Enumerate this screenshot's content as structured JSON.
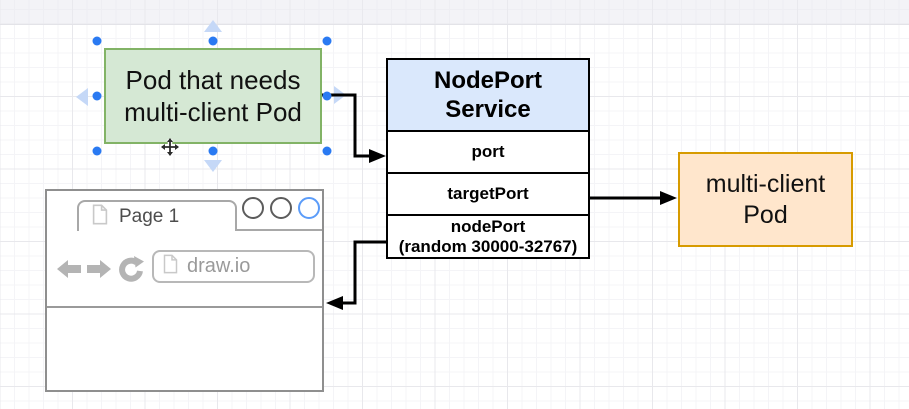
{
  "app": {
    "name_hint": "diagram-canvas",
    "grid_minor_color": "#f4f4f7",
    "grid_major_color": "#e8e8ec"
  },
  "diagram": {
    "pod_box": {
      "line1": "Pod that needs",
      "line2": "multi-client Pod",
      "fill": "#d5e8d4",
      "border": "#82b366"
    },
    "service_table": {
      "title_line1": "NodePort",
      "title_line2": "Service",
      "header_fill": "#dae8fc",
      "border": "#000000",
      "rows": [
        {
          "label": "port"
        },
        {
          "label": "targetPort"
        },
        {
          "line1": "nodePort",
          "line2": "(random 30000-32767)"
        }
      ]
    },
    "client_box": {
      "line1": "multi-client",
      "line2": "Pod",
      "fill": "#ffe6cc",
      "border": "#d79b00"
    },
    "connector_color": "#000000"
  },
  "browser": {
    "tab_label": "Page 1",
    "url_text": "draw.io",
    "frame_color": "#8f8f8f",
    "icon_color": "#b4b4b4",
    "active_circle_color": "#5b9cf9"
  },
  "selection": {
    "handle_color": "#2a7af2",
    "connect_arrow_color": "#c5d8f7"
  }
}
